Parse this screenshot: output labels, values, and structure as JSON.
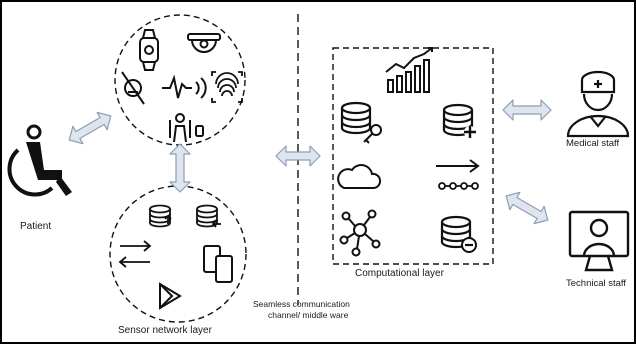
{
  "labels": {
    "patient": "Patient",
    "sensor_layer": "Sensor network layer",
    "comm_line1": "Seamless communication",
    "comm_line2": "channel/ middle ware",
    "computational_layer": "Computational layer",
    "medical_staff": "Medical staff",
    "technical_staff": "Technical staff"
  },
  "colors": {
    "stroke": "#111111",
    "arrow_fill": "#dfe5ee",
    "arrow_stroke": "#8d9db6",
    "frame": "#000000",
    "background": "#ffffff"
  },
  "icons": {
    "patient": "wheelchair-user-icon",
    "wearable_sensors": [
      "smartwatch-icon",
      "security-camera-icon",
      "pill-sensor-icon",
      "heartbeat-signal-icon",
      "fingerprint-scan-icon",
      "body-scan-icon"
    ],
    "network_sensors": [
      "database-upload-icon",
      "database-download-icon",
      "transfer-arrows-icon",
      "mobile-devices-icon",
      "play-store-icon"
    ],
    "computational": [
      "growth-chart-icon",
      "database-key-icon",
      "database-add-icon",
      "cloud-icon",
      "arrow-right-icon",
      "node-chain-icon",
      "network-hub-icon",
      "database-remove-icon"
    ],
    "medical_staff": "doctor-icon",
    "technical_staff": "technician-icon"
  }
}
